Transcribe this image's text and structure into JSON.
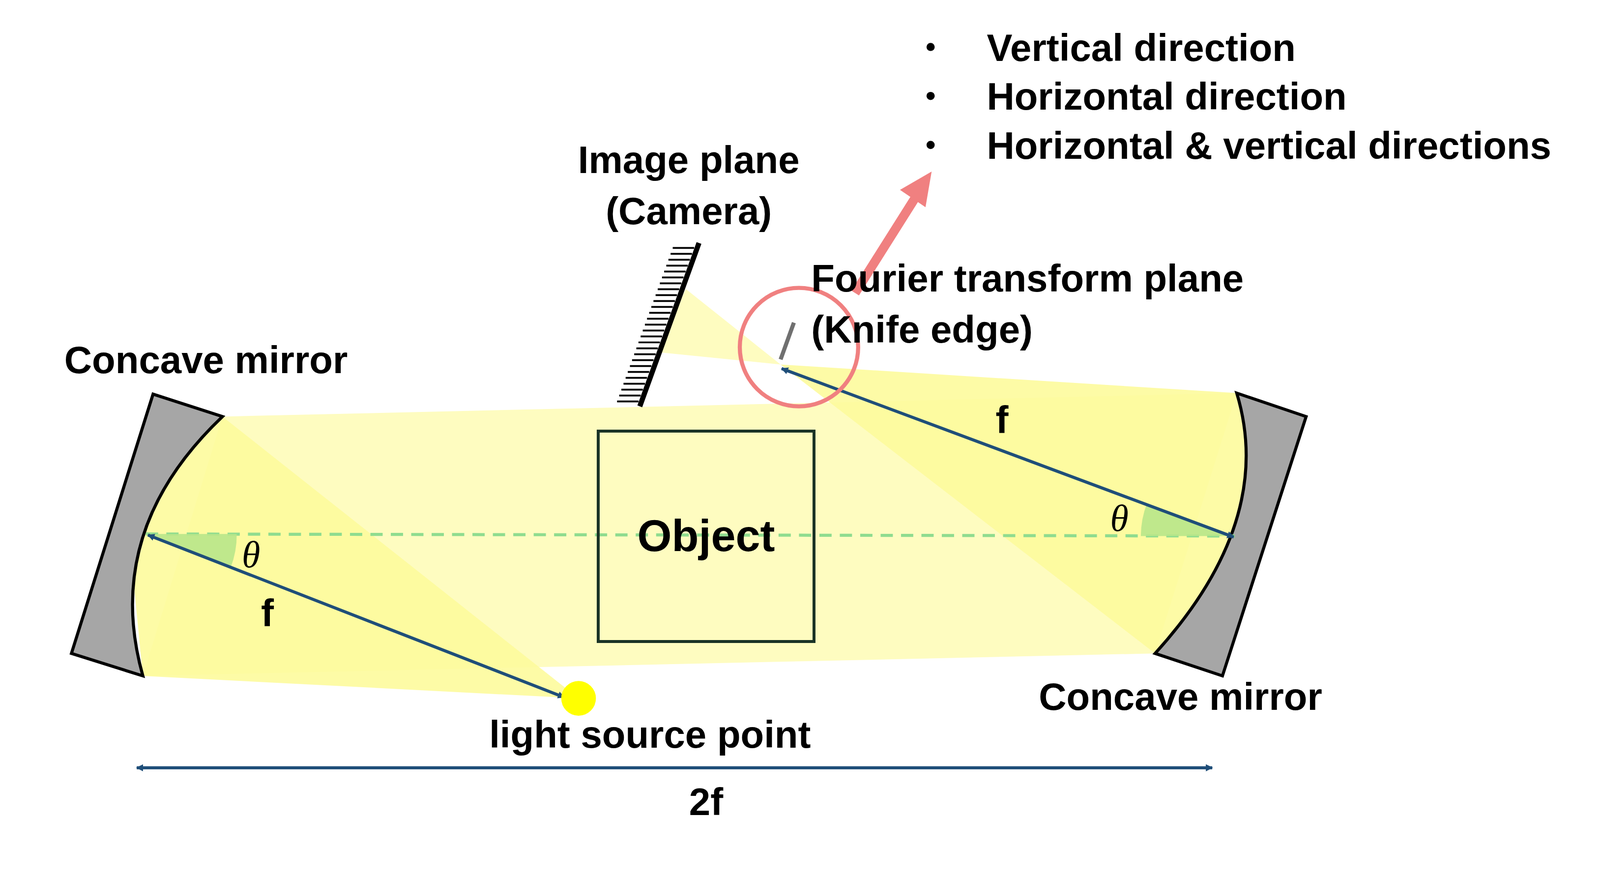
{
  "diagram": {
    "nodes": [
      {
        "text": [
          "Object"
        ]
      }
    ],
    "labels": [
      "Vertical direction",
      "Horizontal direction",
      "Horizontal & vertical directions",
      "Image plane (Camera)",
      "Fourier transform plane (Knife edge)",
      "Concave mirror",
      "θ",
      "f",
      "f",
      "θ",
      "Concave mirror",
      "light source point",
      "2f"
    ]
  }
}
